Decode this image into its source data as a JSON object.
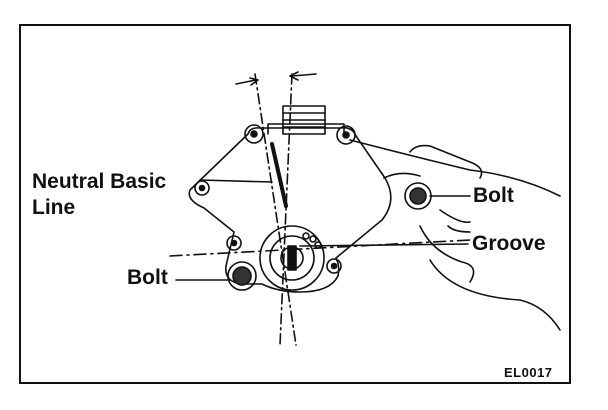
{
  "labels": {
    "neutral_line_1": "Neutral Basic",
    "neutral_line_2": "Line",
    "bolt_right": "Bolt",
    "groove": "Groove",
    "bolt_left": "Bolt"
  },
  "figure_code": "EL0017",
  "colors": {
    "ink": "#111111",
    "paper": "#ffffff"
  }
}
